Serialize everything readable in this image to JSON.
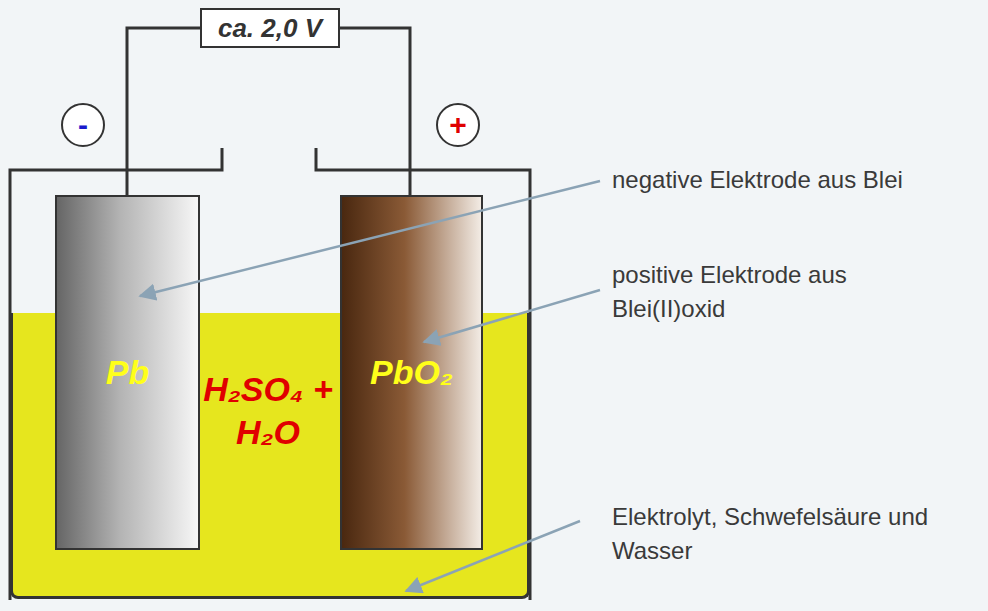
{
  "diagram": {
    "nodes": [
      {
        "text": [
          "ca. 2,0 V"
        ]
      },
      {
        "text": [
          "-"
        ]
      },
      {
        "text": [
          "+"
        ]
      },
      {
        "text": [
          "H₂SO₄ + H₂O"
        ]
      },
      {
        "text": [
          "Pb"
        ]
      },
      {
        "text": [
          "PbO₂"
        ]
      }
    ],
    "edges": [
      {
        "from": 0,
        "to": 4,
        "arrow": "none"
      },
      {
        "from": 0,
        "to": 5,
        "arrow": "none"
      }
    ],
    "labels": [
      "negative Elektrode aus Blei",
      "positive Elektrode aus Blei(II)oxid",
      "Elektrolyt, Schwefelsäure und Wasser"
    ]
  }
}
